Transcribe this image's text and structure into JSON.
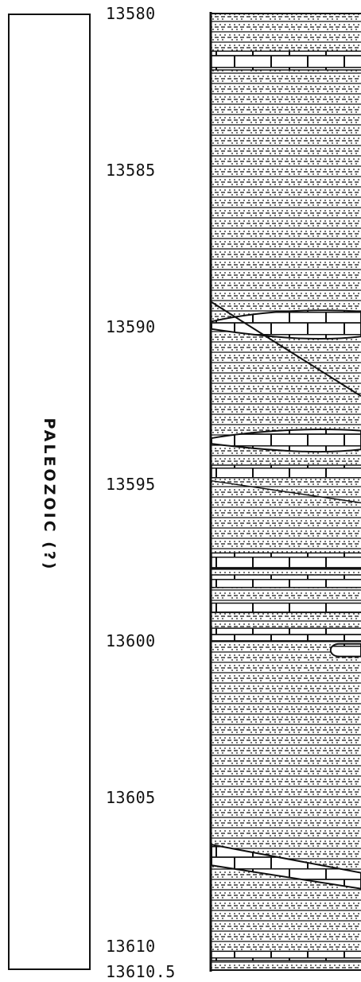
{
  "age_column": {
    "label": "PALEOZOIC (?)"
  },
  "depth_scale": {
    "ticks": [
      {
        "label": "13580",
        "depth": 13580
      },
      {
        "label": "13585",
        "depth": 13585
      },
      {
        "label": "13590",
        "depth": 13590
      },
      {
        "label": "13595",
        "depth": 13595
      },
      {
        "label": "13600",
        "depth": 13600
      },
      {
        "label": "13605",
        "depth": 13605
      },
      {
        "label": "13610",
        "depth": 13610
      },
      {
        "label": "13610.5",
        "depth": 13610.5
      }
    ]
  },
  "lithology": {
    "background": "siltstone-shale",
    "beds": [
      {
        "name": "limestone-bed-1",
        "lithology": "limestone",
        "top": 13581.2,
        "bottom": 13581.8
      },
      {
        "name": "limestone-lens-1",
        "lithology": "limestone-lens",
        "top": 13589.5,
        "bottom": 13590.3
      },
      {
        "name": "limestone-lens-2",
        "lithology": "limestone-lens",
        "top": 13593.3,
        "bottom": 13593.9
      },
      {
        "name": "limestone-bed-2",
        "lithology": "limestone",
        "top": 13594.4,
        "bottom": 13594.8
      },
      {
        "name": "limestone-bed-3",
        "lithology": "limestone",
        "top": 13597.2,
        "bottom": 13597.7
      },
      {
        "name": "limestone-bed-4",
        "lithology": "limestone",
        "top": 13597.9,
        "bottom": 13598.3
      },
      {
        "name": "limestone-bed-5",
        "lithology": "limestone",
        "top": 13598.8,
        "bottom": 13599.1
      },
      {
        "name": "limestone-bed-6",
        "lithology": "limestone",
        "top": 13599.6,
        "bottom": 13600.0
      },
      {
        "name": "limestone-nodule",
        "lithology": "limestone-nodule",
        "top": 13600.1,
        "bottom": 13600.5
      },
      {
        "name": "limestone-bed-dipping",
        "lithology": "limestone-dipping",
        "top": 13606.5,
        "bottom": 13607.6
      },
      {
        "name": "limestone-bed-7",
        "lithology": "limestone",
        "top": 13609.9,
        "bottom": 13610.2
      }
    ]
  }
}
